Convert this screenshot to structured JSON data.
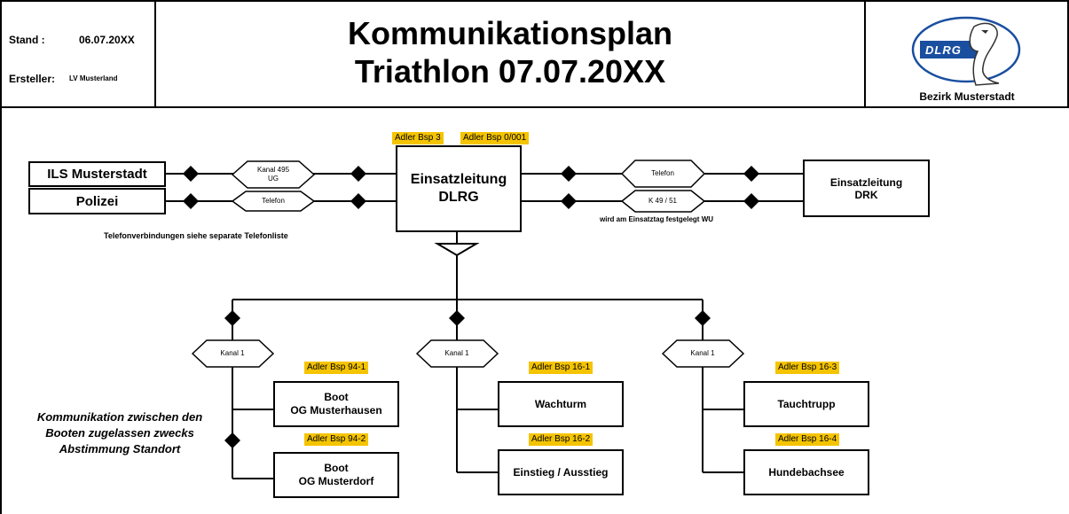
{
  "header": {
    "stand_label": "Stand :",
    "stand_value": "06.07.20XX",
    "ersteller_label": "Ersteller:",
    "ersteller_value": "LV Musterland",
    "title_line1": "Kommunikationsplan",
    "title_line2": "Triathlon 07.07.20XX",
    "logo_text": "DLRG",
    "org_name": "Bezirk Musterstadt"
  },
  "top": {
    "ils": "ILS Musterstadt",
    "polizei": "Polizei",
    "conn_ils": "Kanal 495 UG",
    "conn_polizei": "Telefon",
    "phone_note": "Telefonverbindungen siehe separate Telefonliste",
    "center_line1": "Einsatzleitung",
    "center_line2": "DLRG",
    "center_tag1": "Adler Bsp 3",
    "center_tag2": "Adler Bsp 0/001",
    "conn_drk1": "Telefon",
    "conn_drk2": "K 49 / 51",
    "drk_note": "wird am Einsatztag festgelegt WU",
    "drk_line1": "Einsatzleitung",
    "drk_line2": "DRK"
  },
  "branches": {
    "left": {
      "channel": "Kanal 1",
      "tag1": "Adler Bsp 94-1",
      "node1_line1": "Boot",
      "node1_line2": "OG Musterhausen",
      "tag2": "Adler Bsp 94-2",
      "node2_line1": "Boot",
      "node2_line2": "OG Musterdorf"
    },
    "middle": {
      "channel": "Kanal 1",
      "tag1": "Adler Bsp 16-1",
      "node1": "Wachturm",
      "tag2": "Adler Bsp 16-2",
      "node2": "Einstieg / Ausstieg"
    },
    "right": {
      "channel": "Kanal 1",
      "tag1": "Adler Bsp 16-3",
      "node1": "Tauchtrupp",
      "tag2": "Adler Bsp 16-4",
      "node2": "Hundebachsee"
    }
  },
  "note": "Kommunikation zwischen den Booten zugelassen zwecks Abstimmung Standort",
  "colors": {
    "tag": "#f5c400",
    "logo_blue": "#1a4fa0"
  }
}
